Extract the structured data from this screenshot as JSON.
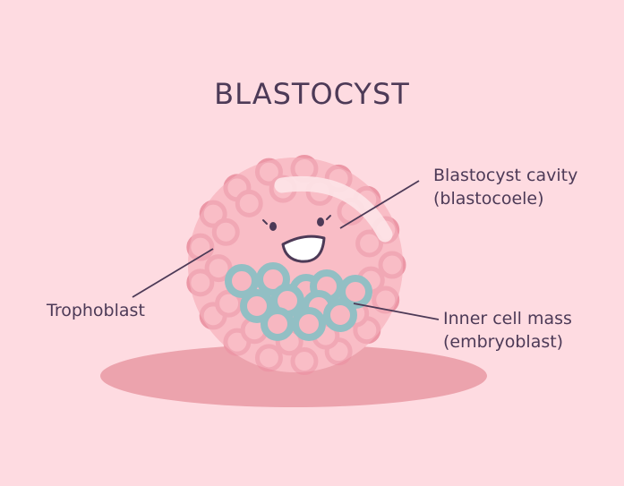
{
  "title": "BLASTOCYST",
  "labels": {
    "cavity_line1": "Blastocyst cavity",
    "cavity_line2": "(blastocoele)",
    "trophoblast": "Trophoblast",
    "icm_line1": "Inner cell mass",
    "icm_line2": "(embryoblast)"
  },
  "colors": {
    "background": "#fedbe1",
    "shadow": "#e8a0aa",
    "sphere": "#f5b0bb",
    "trophoblast_cell": "#ec97a6",
    "inner_cell_mass": "#92bfc4",
    "text": "#4d3a57"
  },
  "character": {
    "face": "smiling-face"
  }
}
